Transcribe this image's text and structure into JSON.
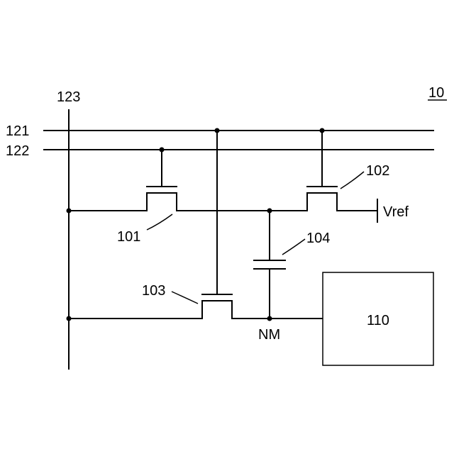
{
  "figure": {
    "figure_number": "10",
    "lines": {
      "line_121": "121",
      "line_122": "122",
      "line_123": "123"
    },
    "components": {
      "transistor_101": "101",
      "transistor_102": "102",
      "transistor_103": "103",
      "capacitor_104": "104",
      "block_110": "110"
    },
    "nodes": {
      "node_nm": "NM",
      "vref": "Vref"
    }
  }
}
